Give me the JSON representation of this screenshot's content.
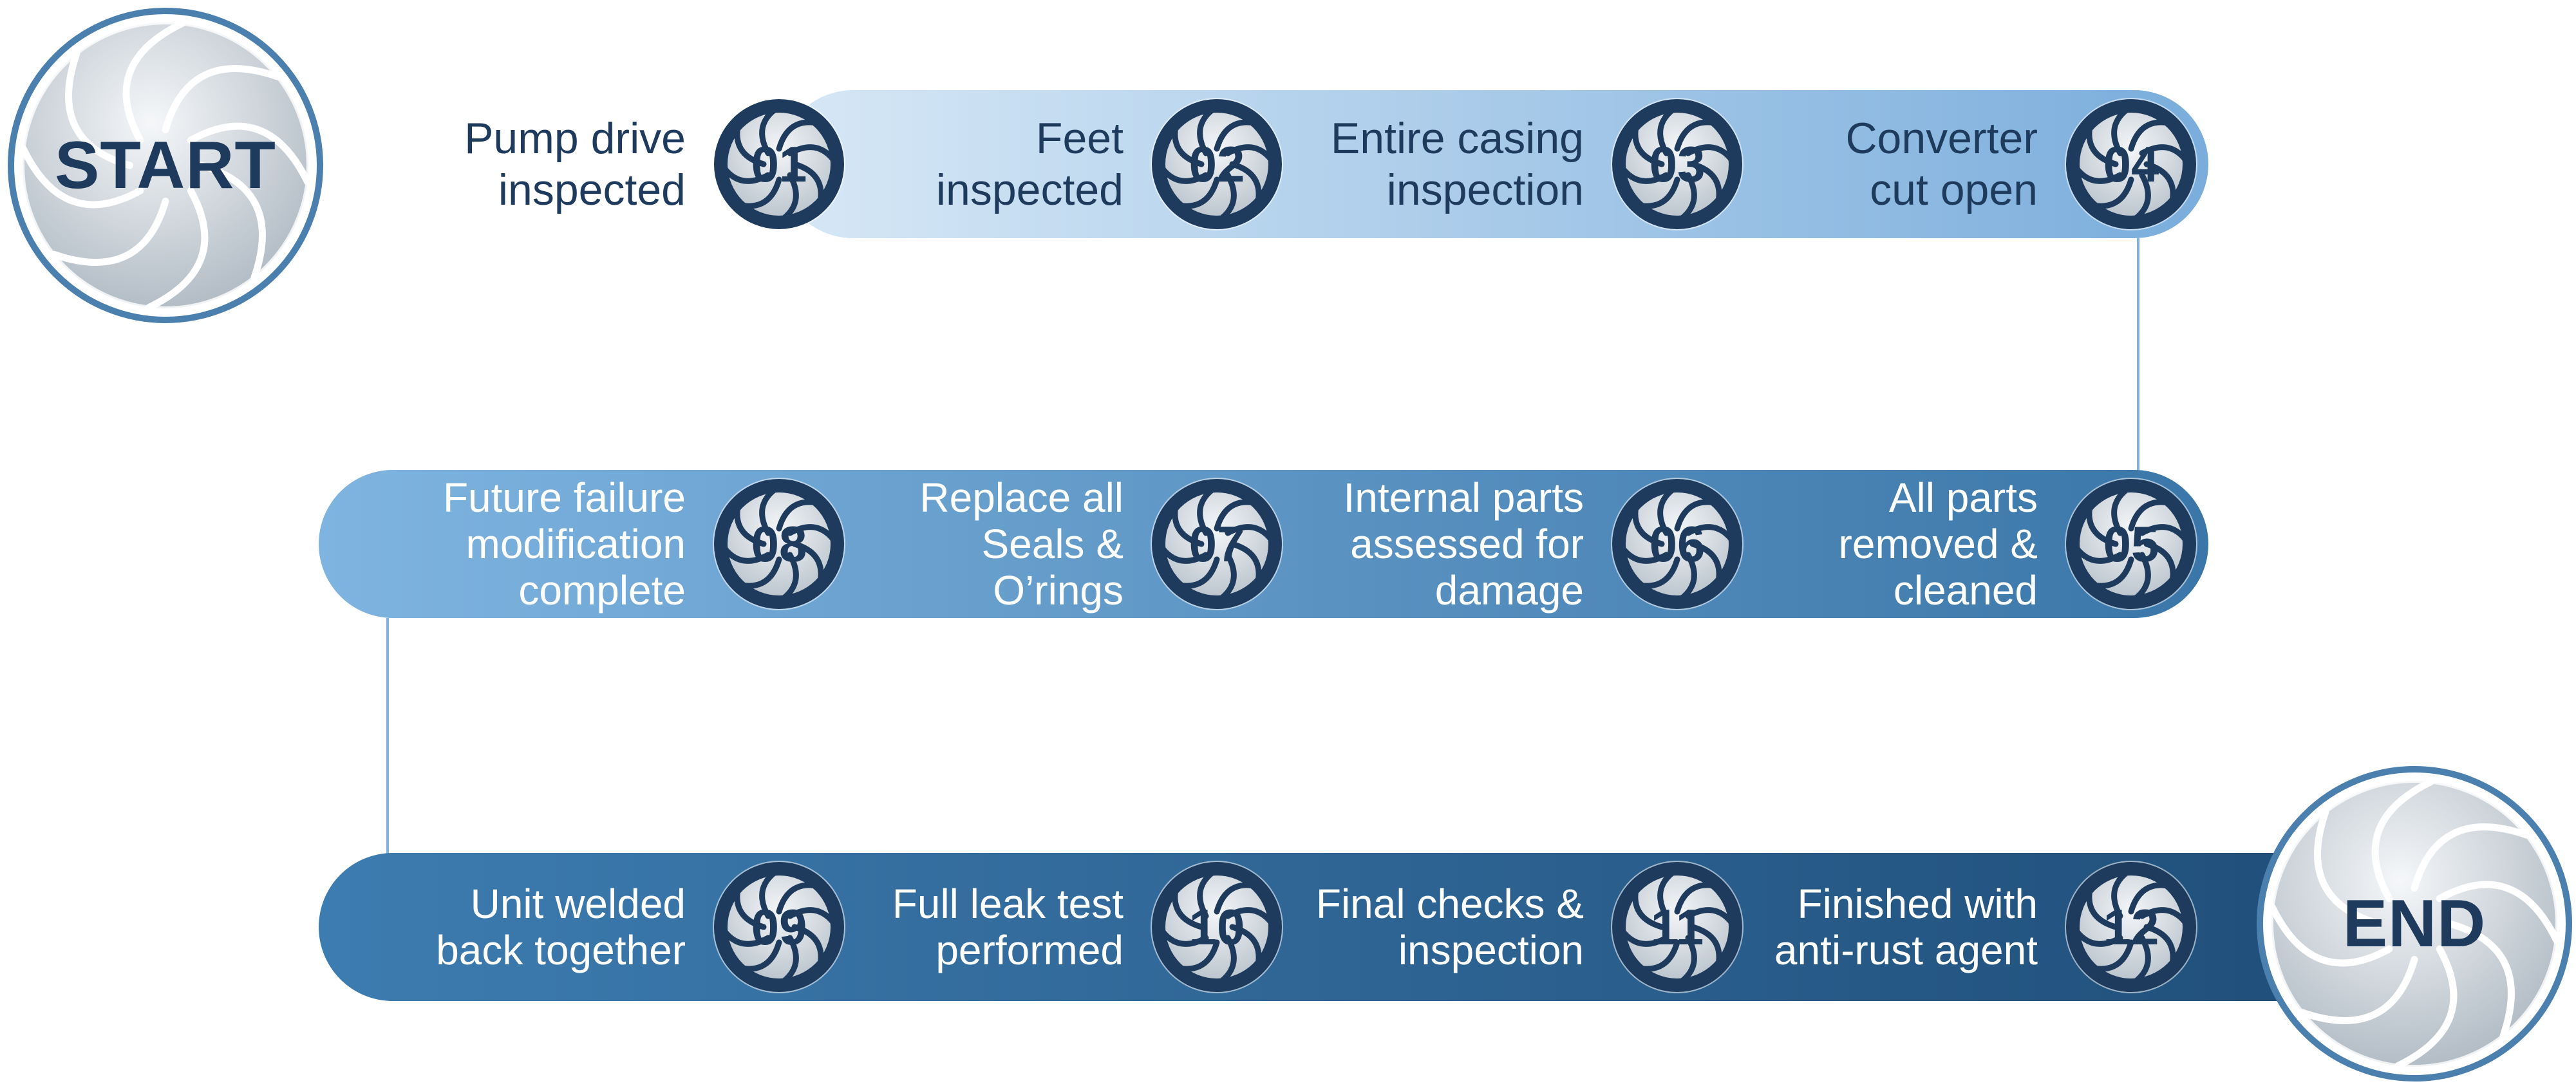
{
  "start_label": "START",
  "end_label": "END",
  "colors": {
    "row1_start": "#d7e8f6",
    "row1_end": "#7aaddc",
    "row2_start": "#7fb4e0",
    "row2_end": "#3a76a8",
    "row3_start": "#3d7cb0",
    "row3_end": "#1f4d78",
    "ring": "#4a7fae",
    "badge_dark": "#1e3a5c",
    "text_dark": "#1e3a5c",
    "text_light": "#ffffff"
  },
  "steps": [
    {
      "num": "01",
      "label": "Pump drive\ninspected"
    },
    {
      "num": "02",
      "label": "Feet\ninspected"
    },
    {
      "num": "03",
      "label": "Entire casing\ninspection"
    },
    {
      "num": "04",
      "label": "Converter\ncut open"
    },
    {
      "num": "05",
      "label": "All parts\nremoved &\ncleaned"
    },
    {
      "num": "06",
      "label": "Internal parts\nassessed for\ndamage"
    },
    {
      "num": "07",
      "label": "Replace all\nSeals &\nO’rings"
    },
    {
      "num": "08",
      "label": "Future failure\nmodification\ncomplete"
    },
    {
      "num": "09",
      "label": "Unit welded\nback together"
    },
    {
      "num": "10",
      "label": "Full leak test\nperformed"
    },
    {
      "num": "11",
      "label": "Final checks &\ninspection"
    },
    {
      "num": "12",
      "label": "Finished with\nanti-rust agent"
    }
  ]
}
